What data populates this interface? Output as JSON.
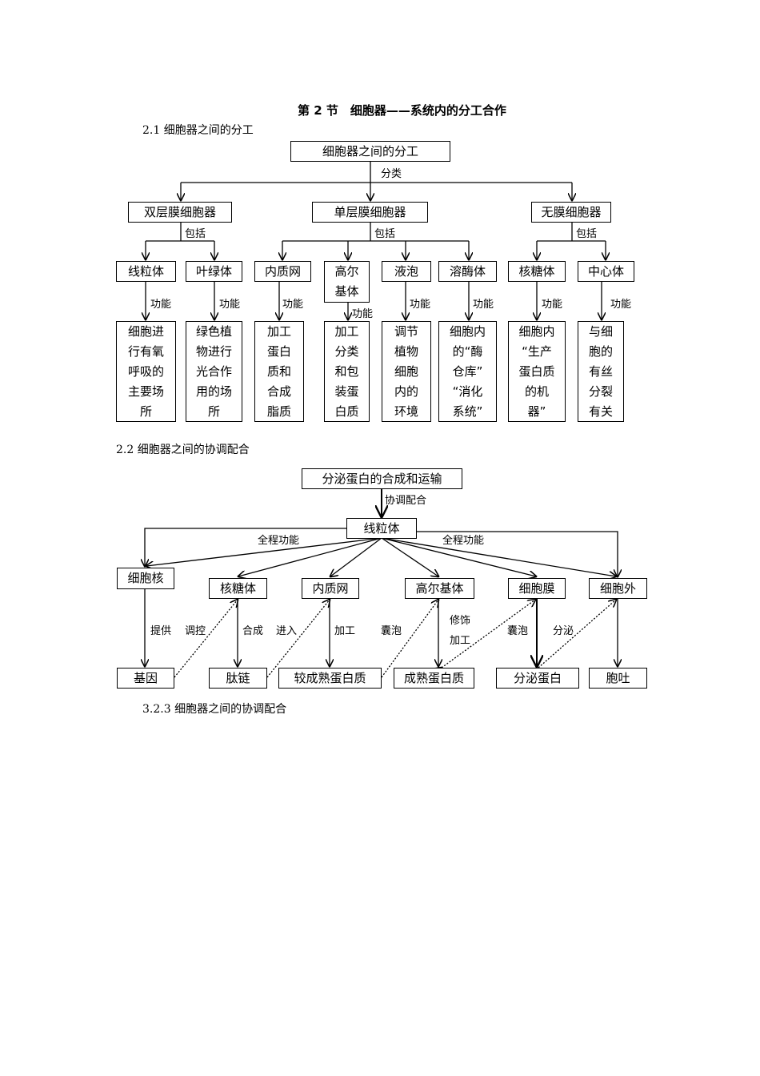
{
  "title": "第 2 节　细胞器——系统内的分工合作",
  "section_1": "2.1 细胞器之间的分工",
  "diagram1": {
    "root": "细胞器之间的分工",
    "classify_label": "分类",
    "include_label": "包括",
    "function_label": "功能",
    "groups": [
      "双层膜细胞器",
      "单层膜细胞器",
      "无膜细胞器"
    ],
    "organelles": [
      "线粒体",
      "叶绿体",
      "内质网",
      "高尔\n基体",
      "液泡",
      "溶酶体",
      "核糖体",
      "中心体"
    ],
    "functions": [
      "细胞进\n行有氧\n呼吸的\n主要场\n所",
      "绿色植\n物进行\n光合作\n用的场\n所",
      "加工\n蛋白\n质和\n合成\n脂质",
      "加工\n分类\n和包\n装蛋\n白质",
      "调节\n植物\n细胞\n内的\n环境",
      "细胞内\n的“酶\n仓库”\n“消化\n系统”",
      "细胞内\n“生产\n蛋白质\n的机\n器”",
      "与细\n胞的\n有丝\n分裂\n有关"
    ]
  },
  "section_2": "2.2 细胞器之间的协调配合",
  "diagram2": {
    "root": "分泌蛋白的合成和运输",
    "coordinate_label": "协调配合",
    "mito": "线粒体",
    "whole_process_label": "全程功能",
    "top_row": [
      "细胞核",
      "核糖体",
      "内质网",
      "高尔基体",
      "细胞膜",
      "细胞外"
    ],
    "bottom_row": [
      "基因",
      "肽链",
      "较成熟蛋白质",
      "成熟蛋白质",
      "分泌蛋白",
      "胞吐"
    ],
    "edge_labels": [
      "提供",
      "调控",
      "合成",
      "进入",
      "加工",
      "囊泡",
      "修饰",
      "加工",
      "囊泡",
      "分泌"
    ]
  },
  "section_3": "3.2.3 细胞器之间的协调配合"
}
